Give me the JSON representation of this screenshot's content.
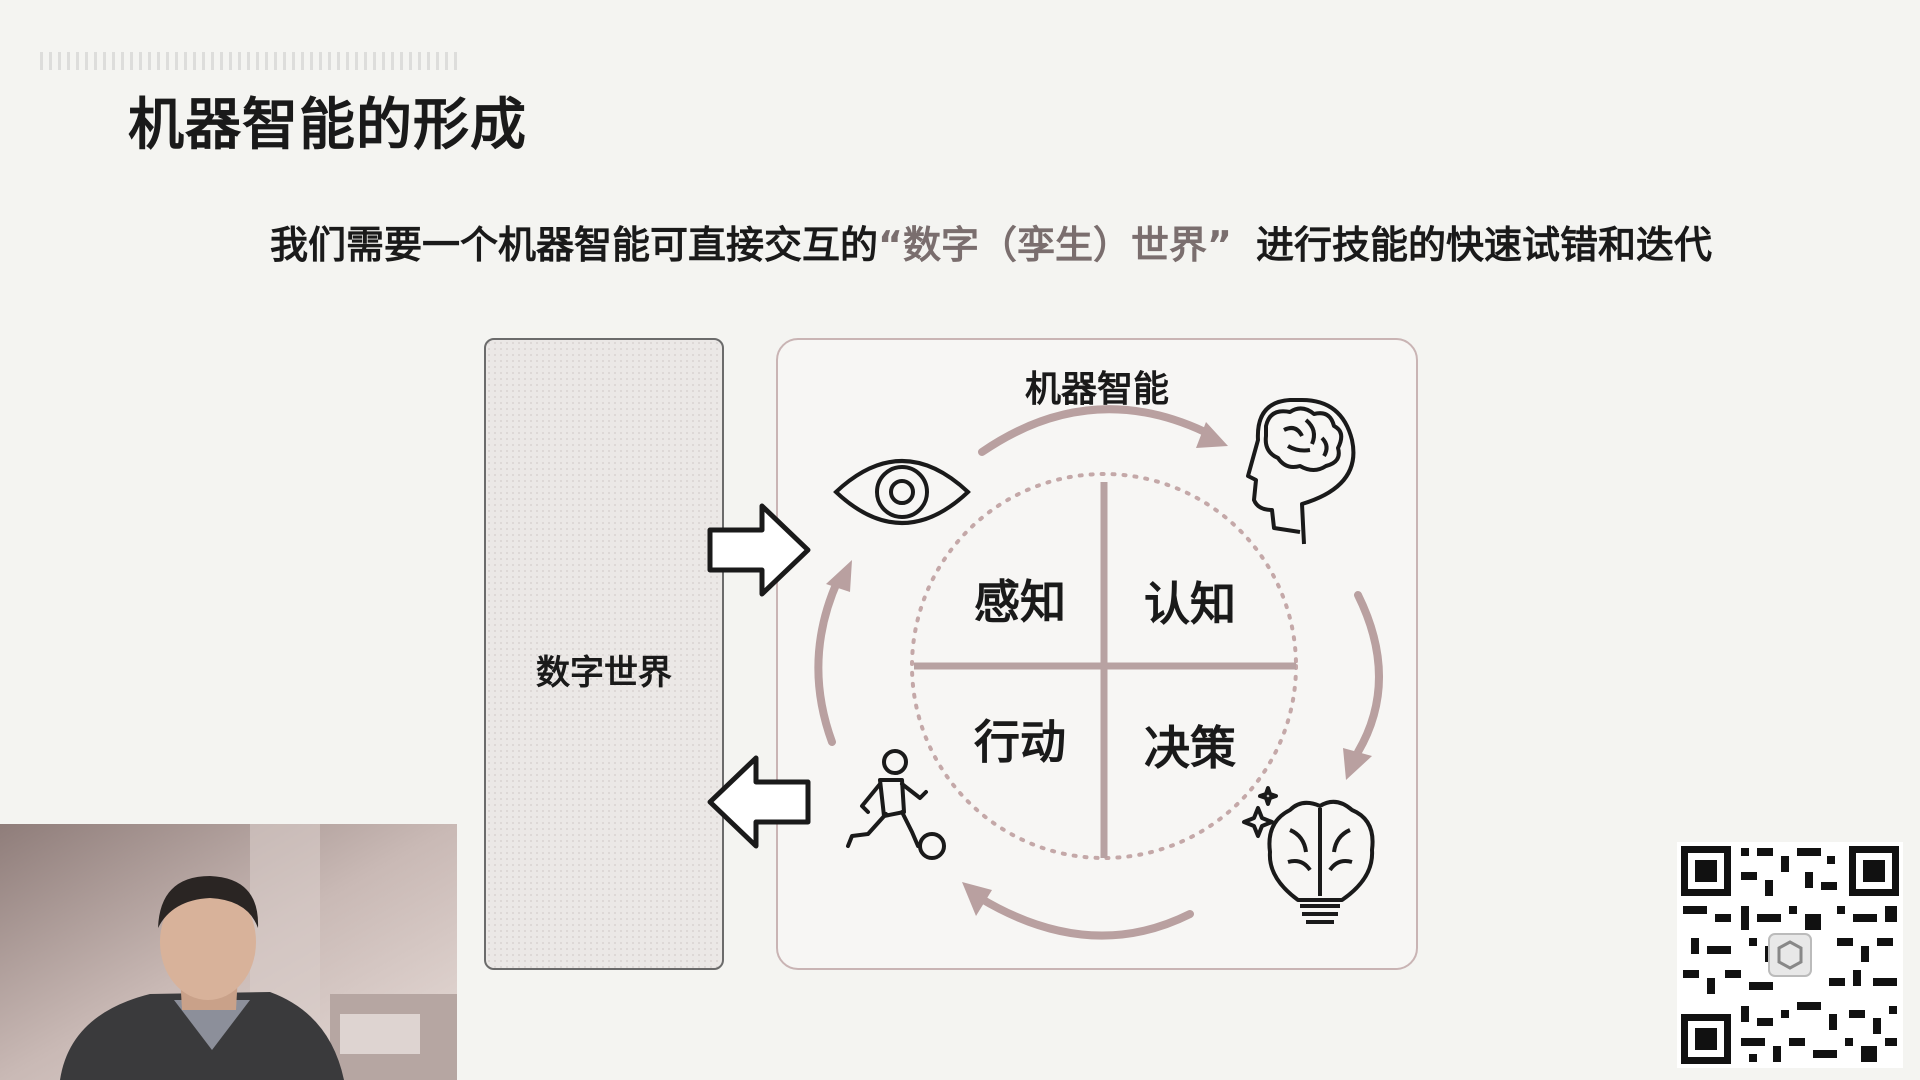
{
  "slide": {
    "title": "机器智能的形成",
    "subtitle_pre": "我们需要一个机器智能可直接交互的",
    "subtitle_highlight": "“数字（孪生）世界”",
    "subtitle_post": "进行技能的快速试错和迭代"
  },
  "diagram": {
    "left_box_label": "数字世界",
    "right_box_title": "机器智能",
    "quadrants": {
      "perception": "感知",
      "cognition": "认知",
      "action": "行动",
      "decision": "决策"
    },
    "icons": [
      "eye-icon",
      "brain-head-icon",
      "idea-brain-bulb-icon",
      "soccer-player-icon",
      "arrow-right-icon",
      "arrow-left-icon"
    ],
    "colors": {
      "accent": "#b9a0a0",
      "line": "#b8a2a2",
      "text": "#1a1a1a"
    }
  }
}
